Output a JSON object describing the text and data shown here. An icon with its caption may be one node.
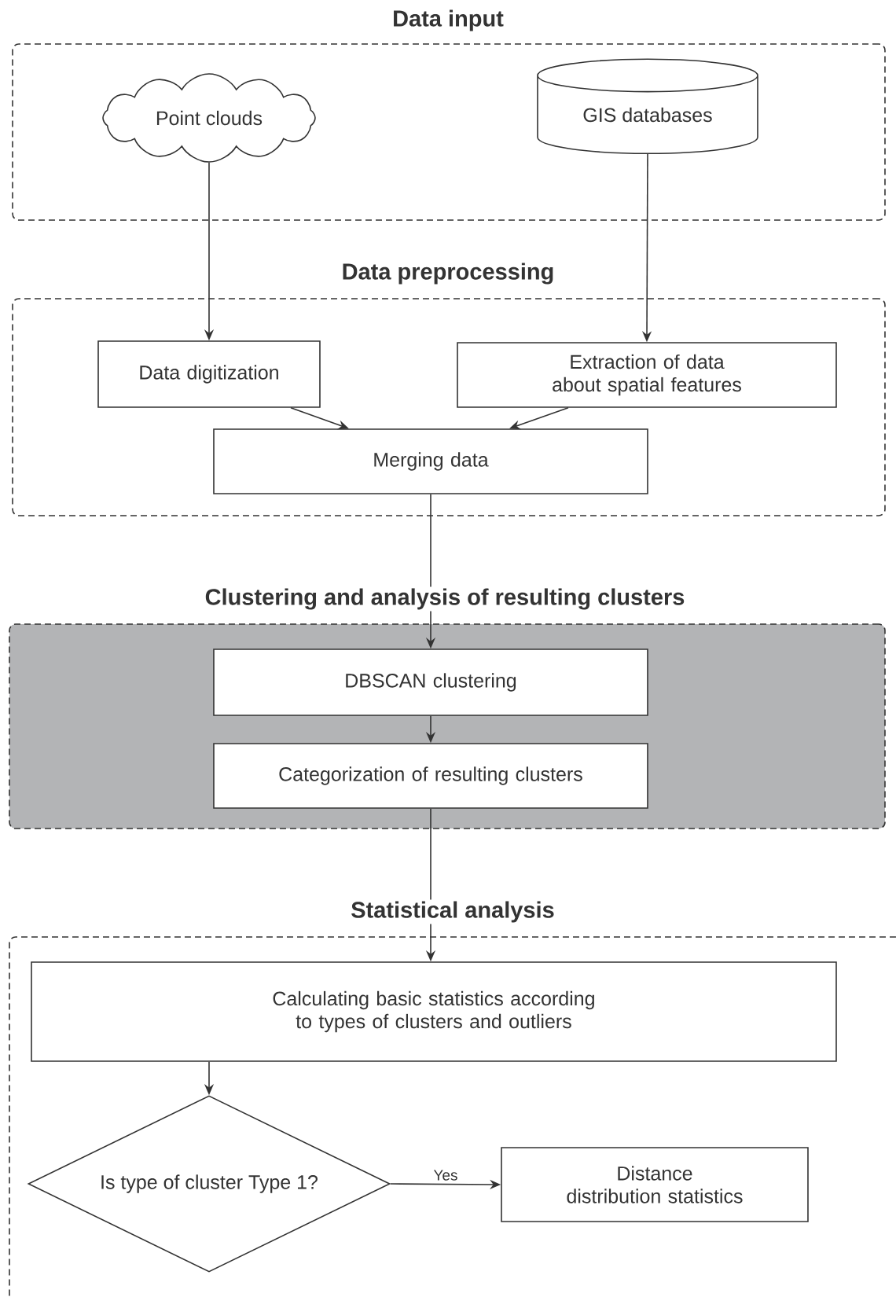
{
  "diagram": {
    "nodes": [
      {
        "text": [
          "Data input"
        ]
      },
      {
        "text": [
          "Point clouds"
        ],
        "in": 0
      },
      {
        "text": [
          "GIS databases"
        ],
        "in": 0
      },
      {
        "text": [
          "Data preprocessing"
        ]
      },
      {
        "text": [
          "Data digitization"
        ],
        "in": 3
      },
      {
        "text": [
          "Extraction of data about spatial features"
        ],
        "in": 3
      },
      {
        "text": [
          "Merging data"
        ],
        "in": 3
      },
      {
        "text": [
          "Clustering and analysis of resulting clusters"
        ]
      },
      {
        "text": [
          "DBSCAN clustering"
        ],
        "in": 7
      },
      {
        "text": [
          "Categorization of resulting clusters"
        ],
        "in": 7
      },
      {
        "text": [
          "Statistical analysis"
        ]
      },
      {
        "text": [
          "Calculating basic statistics according to types of clusters and outliers"
        ],
        "in": 10
      },
      {
        "text": [
          "Is type of cluster Type 1?"
        ],
        "in": 10
      },
      {
        "text": [
          "Distance distribution statistics"
        ],
        "in": 10
      }
    ],
    "edges": [
      {
        "from": 1,
        "to": 4,
        "arrow": "to"
      },
      {
        "from": 2,
        "to": 5,
        "arrow": "to"
      },
      {
        "from": 4,
        "to": 6,
        "arrow": "to"
      },
      {
        "from": 5,
        "to": 6,
        "arrow": "to"
      },
      {
        "from": 6,
        "to": 8,
        "arrow": "to"
      },
      {
        "from": 8,
        "to": 9,
        "arrow": "to"
      },
      {
        "from": 9,
        "to": 11,
        "arrow": "to"
      },
      {
        "from": 11,
        "to": 12,
        "arrow": "to"
      },
      {
        "from": 12,
        "to": 13,
        "arrow": "to",
        "label": "Yes"
      }
    ]
  }
}
